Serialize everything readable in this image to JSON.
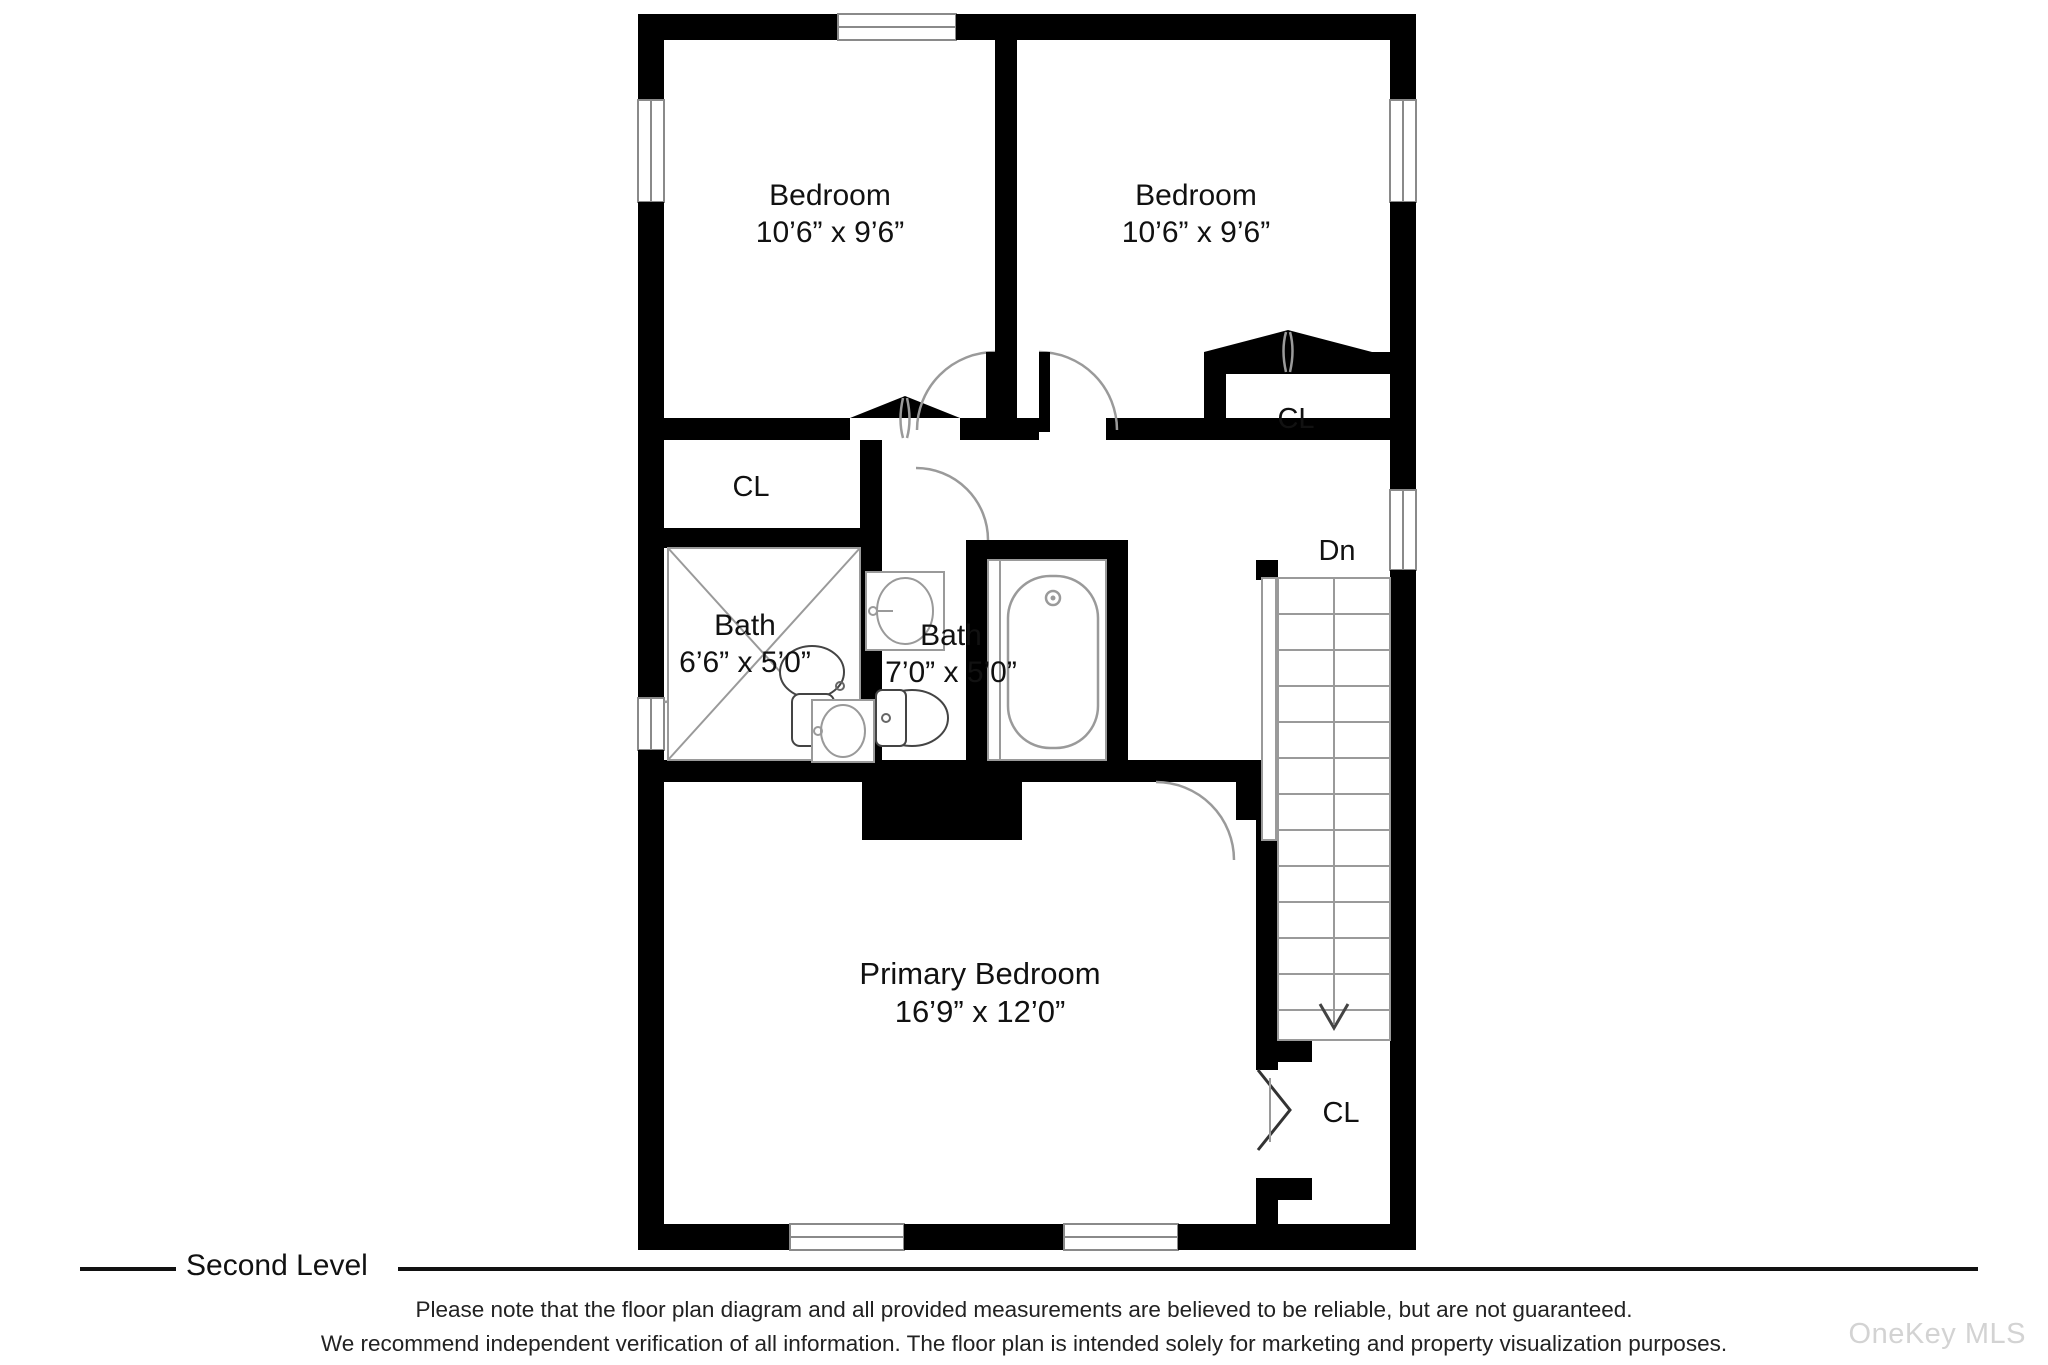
{
  "document": {
    "type": "floor-plan",
    "level_label": "Second Level",
    "watermark": "OneKey MLS",
    "disclaimer_line_1": "Please note that the floor plan diagram and all provided measurements are believed to be reliable, but are not guaranteed.",
    "disclaimer_line_2": "We recommend independent verification of all information. The floor plan is intended solely for marketing and property visualization purposes.",
    "wall_color": "#000000",
    "background_color": "#FFFFFF",
    "fixture_line_color": "#8a8a8a"
  },
  "rooms": [
    {
      "id": "bedroom-left",
      "name": "Bedroom",
      "dimensions": "10’6” x 9’6”"
    },
    {
      "id": "bedroom-right",
      "name": "Bedroom",
      "dimensions": "10’6” x 9’6”"
    },
    {
      "id": "bath-left",
      "name": "Bath",
      "dimensions": "6’6” x 5’0”"
    },
    {
      "id": "bath-right",
      "name": "Bath",
      "dimensions": "7’0” x 5’0”"
    },
    {
      "id": "primary-bedroom",
      "name": "Primary Bedroom",
      "dimensions": "16’9” x 12’0”"
    }
  ],
  "closets": [
    {
      "id": "closet-left",
      "label": "CL"
    },
    {
      "id": "closet-right",
      "label": "CL"
    },
    {
      "id": "closet-primary",
      "label": "CL"
    }
  ],
  "stairs": {
    "label": "Dn",
    "direction": "down",
    "tread_count": 13
  }
}
